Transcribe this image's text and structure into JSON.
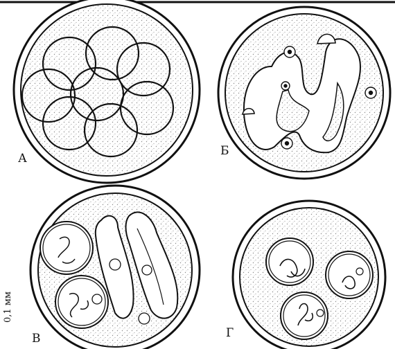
{
  "panels": [
    {
      "id": "a",
      "label": "А"
    },
    {
      "id": "b",
      "label": "Б"
    },
    {
      "id": "v",
      "label": "В"
    },
    {
      "id": "g",
      "label": "Г"
    }
  ],
  "scale_bar": {
    "label": "0,1 мм"
  },
  "colors": {
    "ink": "#111111",
    "stipple": "#9a9a9a",
    "paper": "#ffffff"
  }
}
